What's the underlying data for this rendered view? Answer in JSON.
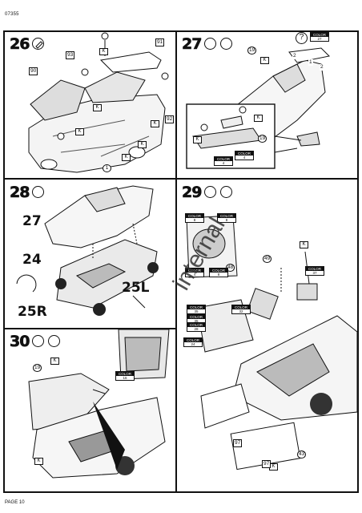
{
  "header": {
    "code": "07355"
  },
  "footer": {
    "page": "PAGE 10"
  },
  "step26": {
    "number": "26",
    "parts": [
      "93",
      "91",
      "90",
      "92"
    ],
    "k_labels": [
      "K",
      "K",
      "K",
      "K",
      "K",
      "K"
    ],
    "callout": "1"
  },
  "step27": {
    "number": "27",
    "parts": [
      "19",
      "19"
    ],
    "k_labels": [
      "K",
      "K",
      "K"
    ],
    "numbers": [
      "2",
      "1",
      "2"
    ],
    "paint_codes": [
      {
        "code": "COLOR",
        "num": "27"
      },
      {
        "code": "COLOR",
        "num": "4"
      },
      {
        "code": "COLOR",
        "num": "4"
      }
    ]
  },
  "step28": {
    "number": "28",
    "labels": [
      "27",
      "24",
      "25R",
      "25L"
    ]
  },
  "step29": {
    "number": "29",
    "parts": [
      "48",
      "49"
    ],
    "k_labels": [
      "K",
      "K"
    ],
    "paint_codes": [
      {
        "code": "COLOR",
        "num": "8"
      },
      {
        "code": "COLOR",
        "num": "8"
      },
      {
        "code": "COLOR",
        "num": "4"
      },
      {
        "code": "COLOR",
        "num": "8"
      },
      {
        "code": "COLOR",
        "num": "37"
      },
      {
        "code": "COLOR",
        "num": "35"
      },
      {
        "code": "COLOR",
        "num": "32"
      },
      {
        "code": "COLOR",
        "num": "35"
      },
      {
        "code": "COLOR",
        "num": "28"
      },
      {
        "code": "COLOR",
        "num": "24"
      }
    ],
    "bottom_parts": [
      "97",
      "97",
      "43"
    ]
  },
  "step30": {
    "number": "30",
    "parts": [
      "19"
    ],
    "k_labels": [
      "K",
      "K"
    ],
    "paint_codes": [
      {
        "code": "COLOR",
        "num": "16"
      }
    ]
  },
  "watermark": {
    "text": "internal"
  }
}
